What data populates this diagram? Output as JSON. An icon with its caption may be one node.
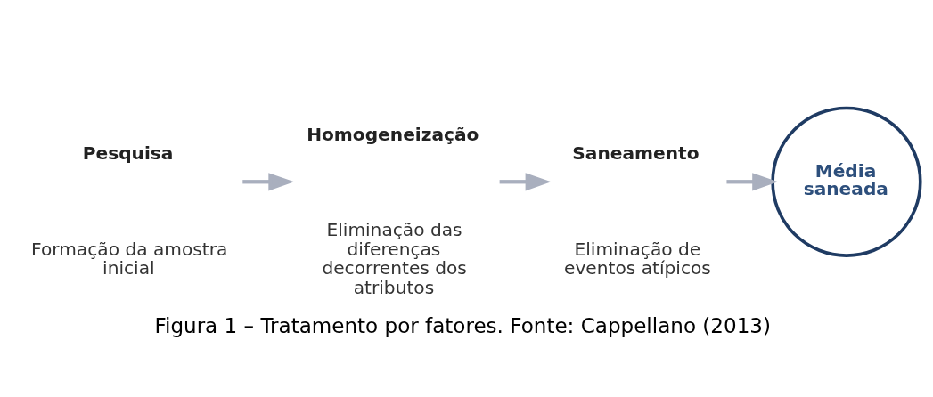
{
  "diagram": {
    "caption": "Figura 1 – Tratamento por fatores. Fonte: Cappellano (2013)",
    "nodes": [
      {
        "text": [
          "Pesquisa"
        ],
        "beside": [
          "Formação da amostra inicial"
        ]
      },
      {
        "text": [
          "Homogeneização"
        ],
        "beside": [
          "Eliminação das diferenças decorrentes dos atributos"
        ]
      },
      {
        "text": [
          "Saneamento"
        ],
        "beside": [
          "Eliminação de eventos atípicos"
        ]
      },
      {
        "text": [
          "Média saneada"
        ]
      }
    ],
    "edges": [
      {
        "from": 0,
        "to": 1,
        "arrow": "to"
      },
      {
        "from": 1,
        "to": 2,
        "arrow": "to"
      },
      {
        "from": 2,
        "to": 3,
        "arrow": "to"
      }
    ]
  }
}
